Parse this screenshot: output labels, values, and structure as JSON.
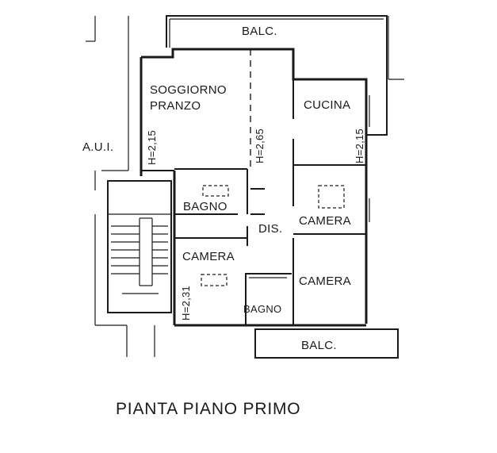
{
  "labels": {
    "balc_top": "BALC.",
    "balc_bottom": "BALC.",
    "aui": "A.U.I.",
    "soggiorno": "SOGGIORNO",
    "pranzo": "PRANZO",
    "cucina": "CUCINA",
    "bagno_top": "BAGNO",
    "camera_center": "CAMERA",
    "dis": "DIS.",
    "camera_left": "CAMERA",
    "camera_right": "CAMERA",
    "bagno_bottom": "BAGNO",
    "h_soggiorno": "H=2,15",
    "h_center": "H=2,65",
    "h_cucina": "H=2,15",
    "h_camera": "H=2,31"
  },
  "title": "PIANTA PIANO PRIMO"
}
